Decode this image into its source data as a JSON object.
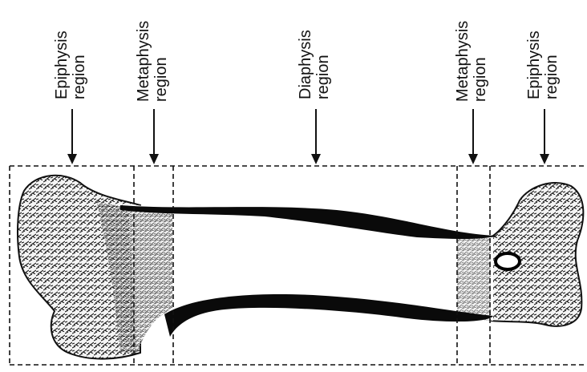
{
  "regions": [
    {
      "id": "epiphysis-left",
      "line1": "Epiphysis",
      "line2": "region"
    },
    {
      "id": "metaphysis-left",
      "line1": "Metaphysis",
      "line2": "region"
    },
    {
      "id": "diaphysis",
      "line1": "Diaphysis",
      "line2": "region"
    },
    {
      "id": "metaphysis-right",
      "line1": "Metaphysis",
      "line2": "region"
    },
    {
      "id": "epiphysis-right",
      "line1": "Epiphysis",
      "line2": "region"
    }
  ],
  "colors": {
    "ink": "#111111",
    "bone_fill": "#ffffff",
    "cortex": "#0a0a0a",
    "background": "#ffffff"
  }
}
